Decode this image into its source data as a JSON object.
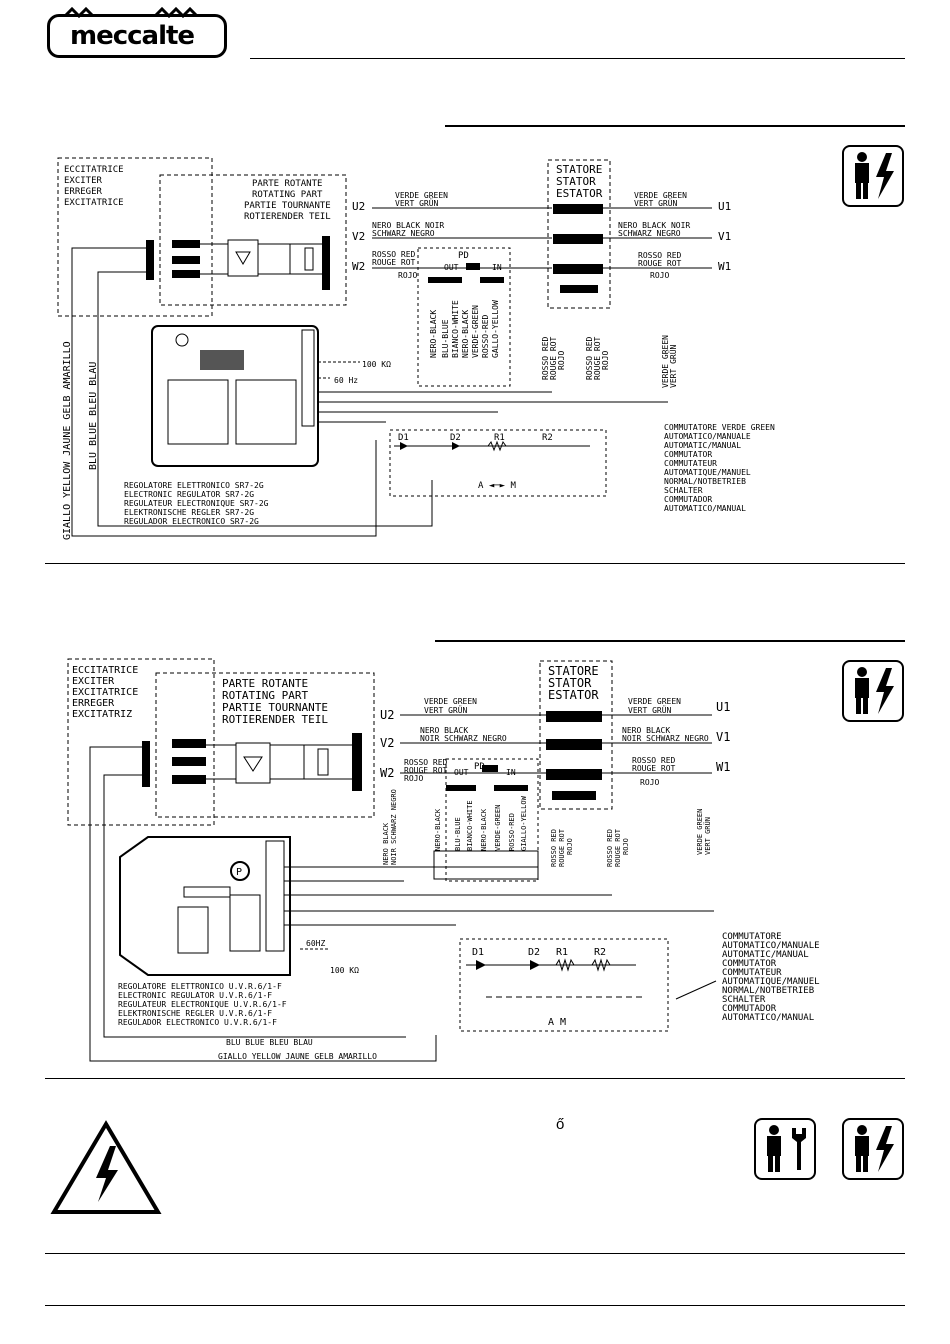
{
  "header": {
    "logo": "meccalte"
  },
  "diagram1": {
    "exciter": [
      "ECCITATRICE",
      "EXCITER",
      "ERREGER",
      "EXCITATRICE"
    ],
    "rotating": [
      "PARTE ROTANTE",
      "ROTATING PART",
      "PARTIE TOURNANTE",
      "ROTIERENDER TEIL"
    ],
    "stator": [
      "STATORE",
      "STATOR",
      "ESTATOR"
    ],
    "terminals_left": [
      "U2",
      "V2",
      "W2"
    ],
    "terminals_right": [
      "U1",
      "V1",
      "W1"
    ],
    "wire_u": [
      "VERDE GREEN",
      "VERT GRÜN"
    ],
    "wire_v": [
      "NERO BLACK NOIR",
      "SCHWARZ NEGRO"
    ],
    "wire_w": [
      "ROSSO RED",
      "ROUGE ROT",
      "ROJO"
    ],
    "pd": "PD",
    "out": "OUT",
    "in": "IN",
    "board_leads": [
      "NERO-BLACK",
      "BLU-BLUE",
      "BIANCO-WHITE",
      "NERO-BLACK",
      "VERDE-GREEN",
      "ROSSO-RED",
      "GALLO-YELLOW"
    ],
    "red_vert": [
      "ROSSO RED",
      "ROUGE ROT",
      "ROJO"
    ],
    "green_vert": [
      "VERDE GREEN",
      "VERT GRÜN"
    ],
    "yellow_vert": "GIALLO YELLOW JAUNE GELB AMARILLO",
    "blue_vert": "BLU BLUE BLEU BLAU",
    "pot": "100 KΩ",
    "hz": "60 Hz",
    "regulator": [
      "REGOLATORE ELETTRONICO SR7-2G",
      "ELECTRONIC REGULATOR SR7-2G",
      "REGULATEUR ELECTRONIQUE SR7-2G",
      "ELEKTRONISCHE REGLER SR7-2G",
      "REGULADOR ELECTRONICO SR7-2G"
    ],
    "switch_parts": [
      "D1",
      "D2",
      "R1",
      "R2"
    ],
    "switch_am": "A ◄─► M",
    "commutator": [
      "COMMUTATORE VERDE GREEN",
      "AUTOMATICO/MANUALE",
      "AUTOMATIC/MANUAL",
      "COMMUTATOR",
      "COMMUTATEUR",
      "AUTOMATIQUE/MANUEL",
      "NORMAL/NOTBETRIEB",
      "SCHALTER",
      "COMMUTADOR",
      "AUTOMATICO/MANUAL"
    ]
  },
  "diagram2": {
    "exciter": [
      "ECCITATRICE",
      "EXCITER",
      "EXCITATRICE",
      "ERREGER",
      "EXCITATRIZ"
    ],
    "rotating": [
      "PARTE ROTANTE",
      "ROTATING PART",
      "PARTIE TOURNANTE",
      "ROTIERENDER TEIL"
    ],
    "stator": [
      "STATORE",
      "STATOR",
      "ESTATOR"
    ],
    "terminals_left": [
      "U2",
      "V2",
      "W2"
    ],
    "terminals_right": [
      "U1",
      "V1",
      "W1"
    ],
    "wire_u": [
      "VERDE GREEN",
      "VERT GRÜN"
    ],
    "wire_v": [
      "NERO BLACK",
      "NOIR SCHWARZ NEGRO"
    ],
    "wire_w": [
      "ROSSO RED",
      "ROUGE ROT",
      "ROJO"
    ],
    "wire_w_right": [
      "ROSSO RED",
      "ROUGE ROT",
      "ROJO"
    ],
    "pd": "PD",
    "out": "OUT",
    "in": "IN",
    "board_leads": [
      "NERO-BLACK",
      "BLU-BLUE",
      "BIANCO-WHITE",
      "NERO-BLACK",
      "VERDE-GREEN",
      "ROSSO-RED",
      "GIALLO-YELLOW"
    ],
    "black_vert": [
      "NERO BLACK",
      "NOIR SCHWARZ NEGRO"
    ],
    "red_vert": [
      "ROSSO RED",
      "ROUGE ROT",
      "ROJO"
    ],
    "red_vert2": [
      "ROSSO RED",
      "ROUGE ROT",
      "ROJO"
    ],
    "green_vert": [
      "VERDE GREEN",
      "VERT GRÜN"
    ],
    "pot": "100 KΩ",
    "hz": "60HZ",
    "regulator": [
      "REGOLATORE ELETTRONICO U.V.R.6/1-F",
      "ELECTRONIC REGULATOR U.V.R.6/1-F",
      "REGULATEUR ELECTRONIQUE U.V.R.6/1-F",
      "ELEKTRONISCHE REGLER U.V.R.6/1-F",
      "REGULADOR ELECTRONICO U.V.R.6/1-F"
    ],
    "blue_wire": "BLU BLUE BLEU BLAU",
    "yellow_wire": "GIALLO YELLOW JAUNE GELB AMARILLO",
    "switch_parts": [
      "D1",
      "D2",
      "R1",
      "R2"
    ],
    "switch_am": "A  M",
    "commutator": [
      "COMMUTATORE",
      "AUTOMATICO/MANUALE",
      "AUTOMATIC/MANUAL",
      "COMMUTATOR",
      "COMMUTATEUR",
      "AUTOMATIQUE/MANUEL",
      "NORMAL/NOTBETRIEB",
      "SCHALTER",
      "COMMUTADOR",
      "AUTOMATICO/MANUAL"
    ]
  },
  "footer": {
    "glyph": "ő"
  },
  "icons": [
    "technician-electric-icon",
    "technician-electric-icon",
    "technician-tool-icon",
    "technician-electric-icon"
  ]
}
